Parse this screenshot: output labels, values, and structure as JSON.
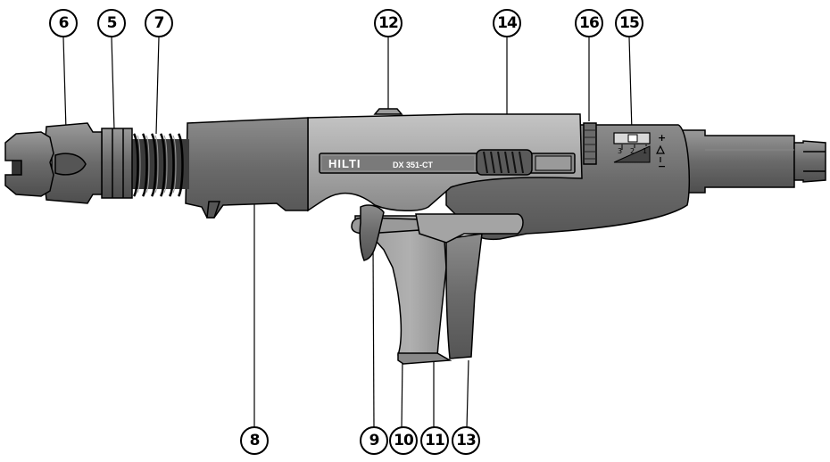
{
  "brand": {
    "logo": "HILTI",
    "model": "DX 351-CT"
  },
  "power_scale": {
    "plus": "+",
    "minus": "−",
    "marks": [
      "3",
      "2",
      "1"
    ]
  },
  "callouts": [
    "6",
    "5",
    "7",
    "12",
    "14",
    "16",
    "15",
    "8",
    "9",
    "10",
    "11",
    "13"
  ],
  "colors": {
    "body": "#9c9c9c",
    "body_light": "#b8b8b8",
    "body_dark": "#6e6e6e",
    "spring": "#2a2a2a",
    "outline": "#000000"
  }
}
